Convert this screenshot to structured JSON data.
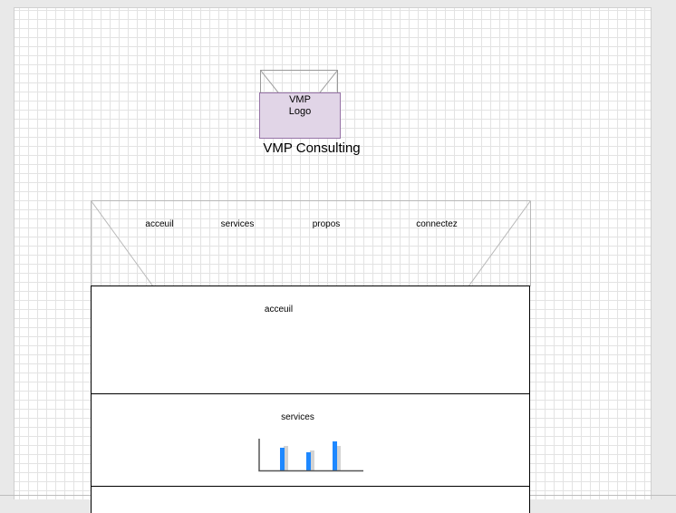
{
  "logo": {
    "line1": "VMP",
    "line2": "Logo"
  },
  "company_name": "VMP Consulting",
  "nav": {
    "items": [
      {
        "label": "acceuil"
      },
      {
        "label": "services"
      },
      {
        "label": "propos"
      },
      {
        "label": "connectez"
      }
    ]
  },
  "sections": {
    "acceuil": {
      "title": "acceuil"
    },
    "services": {
      "title": "services",
      "chart_icon_name": "bar-chart-icon",
      "chart_colors": {
        "primary": "#1e88ff",
        "secondary": "#d3d3d3",
        "axis": "#555555"
      }
    }
  },
  "colors": {
    "logo_fill": "#e1d5e7",
    "logo_border": "#9673a6",
    "grid": "#e3e3e3"
  }
}
